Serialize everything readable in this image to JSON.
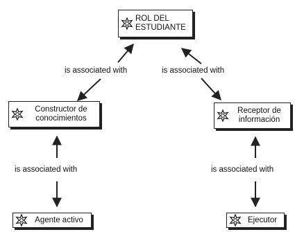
{
  "colors": {
    "stroke": "#222222",
    "background": "#ffffff",
    "text": "#111111"
  },
  "nodes": {
    "rol": {
      "label": "ROL DEL\nESTUDIANTE",
      "icon": "concept-gear-icon"
    },
    "constructor": {
      "label": "Constructor de\nconocimientos",
      "icon": "concept-gear-icon"
    },
    "receptor": {
      "label": "Receptor de\ninformación",
      "icon": "concept-gear-icon"
    },
    "agente": {
      "label": "Agente activo",
      "icon": "concept-gear-icon"
    },
    "ejecutor": {
      "label": "Ejecutor",
      "icon": "concept-gear-icon"
    }
  },
  "links": {
    "rol_constructor": "is associated with",
    "rol_receptor": "is associated with",
    "constructor_agente": "is associated with",
    "receptor_ejecutor": "is associated with"
  }
}
